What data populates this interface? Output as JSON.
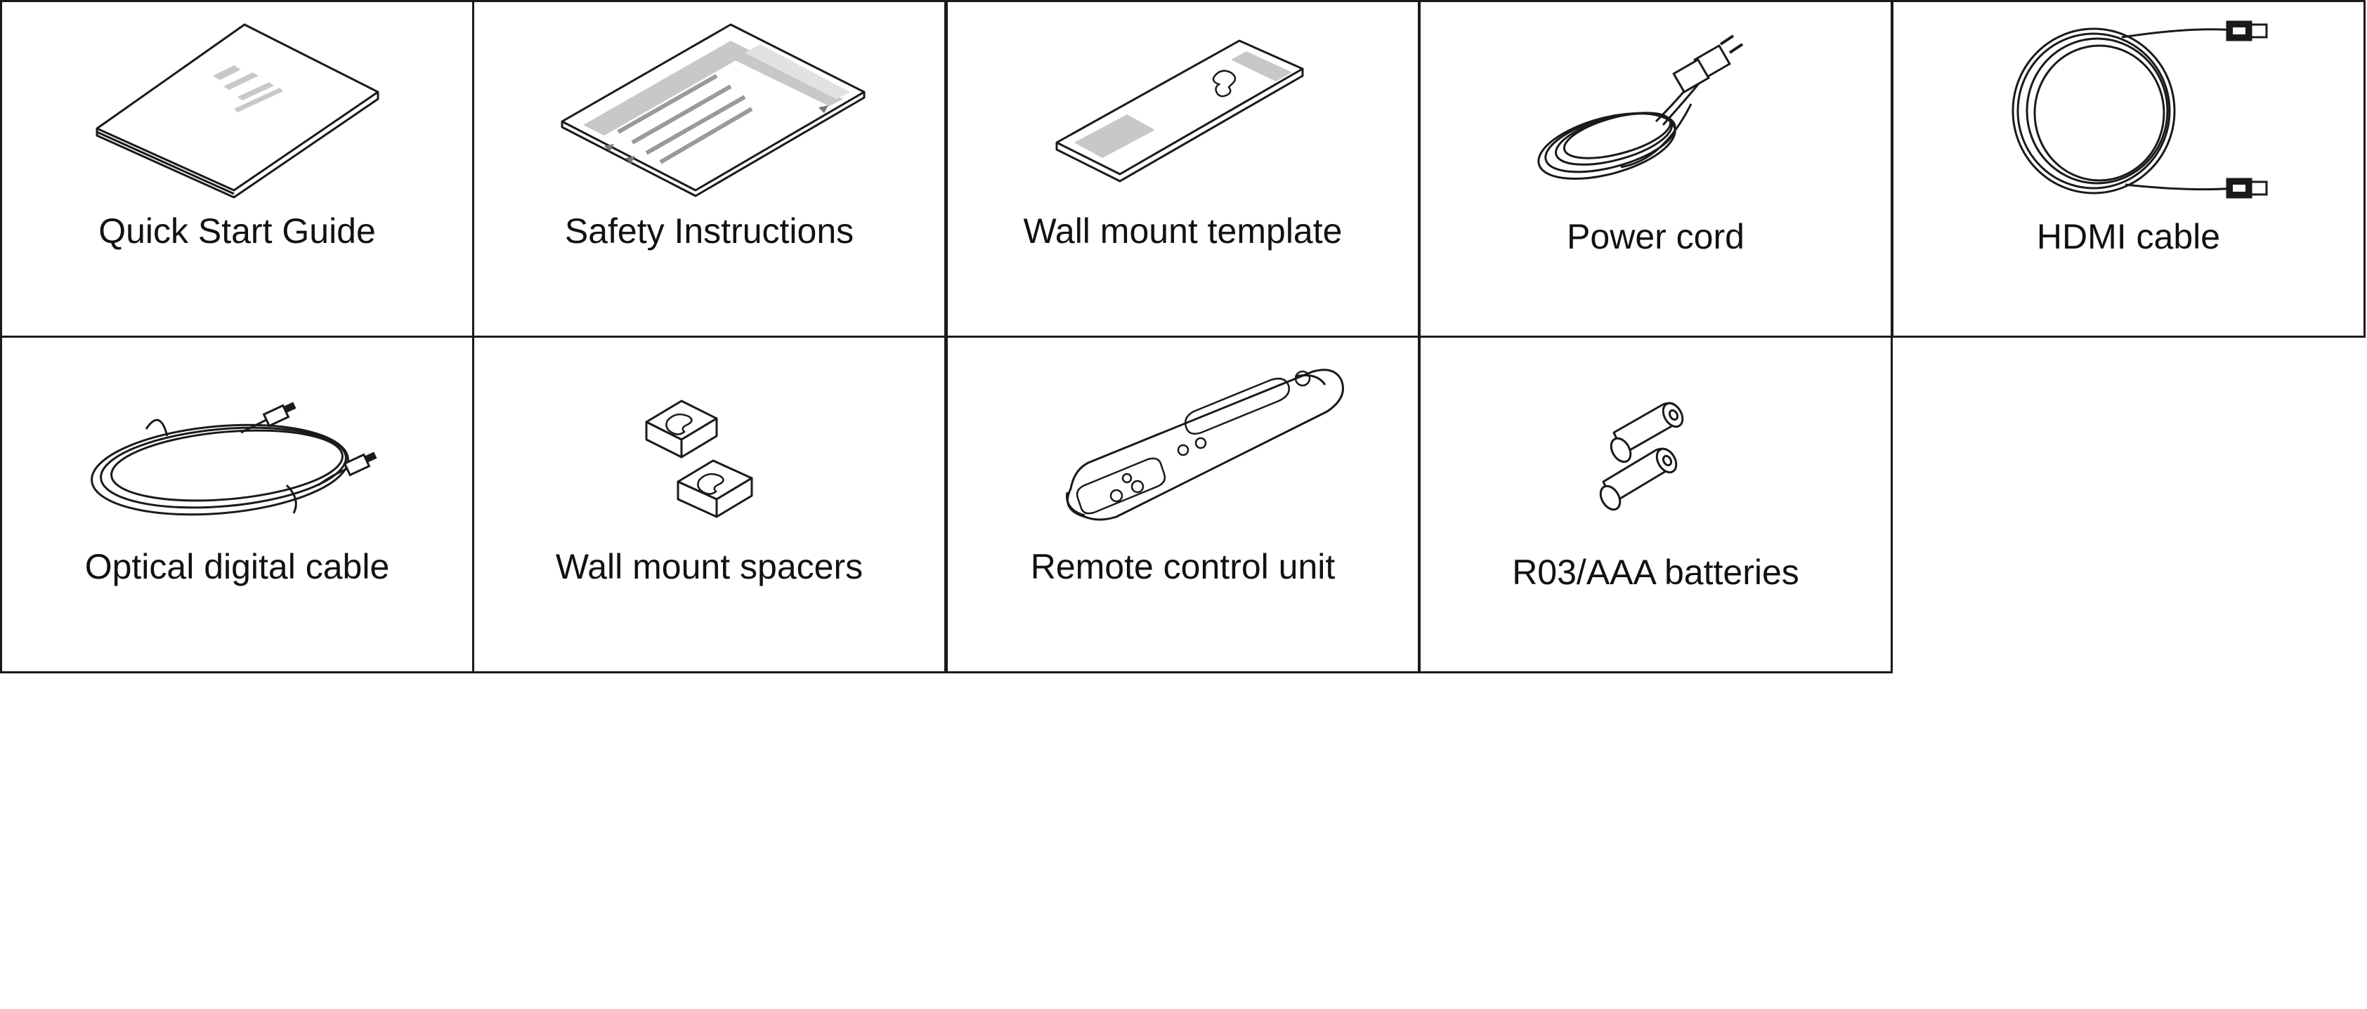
{
  "accessories": {
    "items": [
      {
        "label": "Quick Start Guide",
        "icon": "quick-start-guide-icon"
      },
      {
        "label": "Safety Instructions",
        "icon": "safety-instructions-icon"
      },
      {
        "label": "Wall mount template",
        "icon": "wall-mount-template-icon"
      },
      {
        "label": "Power cord",
        "icon": "power-cord-icon"
      },
      {
        "label": "HDMI cable",
        "icon": "hdmi-cable-icon"
      },
      {
        "label": "Optical digital cable",
        "icon": "optical-digital-cable-icon"
      },
      {
        "label": "Wall mount spacers",
        "icon": "wall-mount-spacers-icon"
      },
      {
        "label": "Remote control unit",
        "icon": "remote-control-unit-icon"
      },
      {
        "label": "R03/AAA batteries",
        "icon": "aaa-batteries-icon"
      }
    ]
  },
  "colors": {
    "line": "#1a1a1a",
    "fill_gray": "#c8c8c8",
    "fill_dark_gray": "#9a9a9a"
  }
}
